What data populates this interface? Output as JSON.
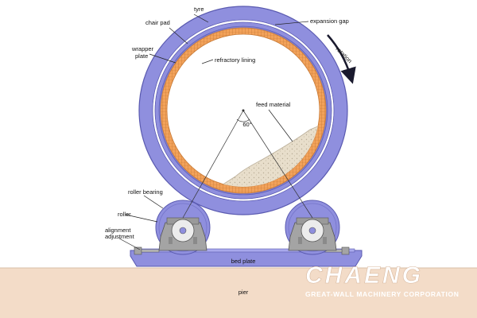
{
  "labels": {
    "tyre": "tyre",
    "chair_pad": "chair pad",
    "expansion_gap": "expansion gap",
    "wrapper_plate_line1": "wrapper",
    "wrapper_plate_line2": "plate",
    "refractory_lining": "refractory lining",
    "rotation": "rotation",
    "feed_material": "feed material",
    "angle": "60°",
    "roller_bearing": "roller bearing",
    "roller": "roller",
    "alignment_adjustment_line1": "alignment",
    "alignment_adjustment_line2": "adjustment",
    "bed_plate": "bed plate",
    "pier": "pier"
  },
  "brand": {
    "name": "CHAENG",
    "registered": "®",
    "tagline": "GREAT-WALL MACHINERY CORPORATION"
  },
  "colors": {
    "steel": "#8f8fde",
    "steel_dark": "#5a5ab0",
    "refractory": "#f2a25a",
    "refractory_dark": "#c87a36",
    "feed": "#e6dcc8",
    "pier": "#f3dcc8",
    "roller_grey": "#a4a4a4",
    "brand_text": "#ffffff"
  }
}
